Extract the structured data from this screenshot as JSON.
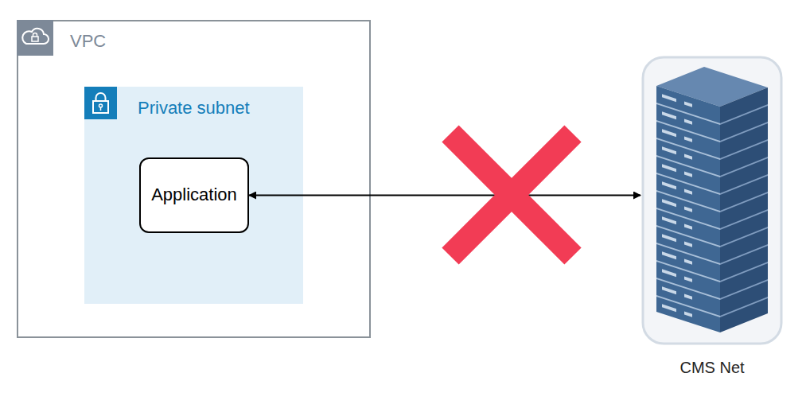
{
  "diagram": {
    "nodes": [
      {
        "text": [
          "VPC"
        ]
      },
      {
        "text": [
          "Private subnet"
        ],
        "in": 0
      },
      {
        "text": [
          "Application"
        ],
        "in": 1
      },
      {
        "text": [
          "CMS Net"
        ]
      }
    ],
    "edges": [
      {
        "from": 2,
        "to": 3,
        "arrow": "both"
      }
    ]
  }
}
